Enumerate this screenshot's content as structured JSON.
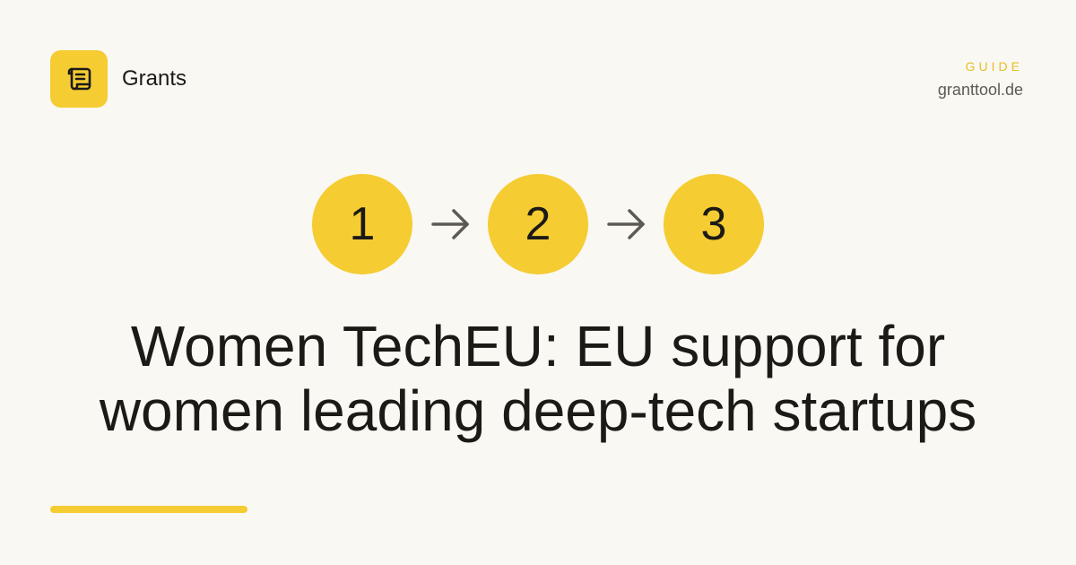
{
  "brand": {
    "name": "Grants",
    "icon": "scroll-icon"
  },
  "header": {
    "kicker": "GUIDE",
    "site": "granttool.de"
  },
  "steps": [
    "1",
    "2",
    "3"
  ],
  "title": {
    "line1": "Women TechEU: EU support for",
    "line2": "women leading deep-tech startups"
  },
  "colors": {
    "background": "#faf8f2",
    "accent": "#f5cc32",
    "text": "#1c1a17",
    "muted": "#5e5a53"
  }
}
